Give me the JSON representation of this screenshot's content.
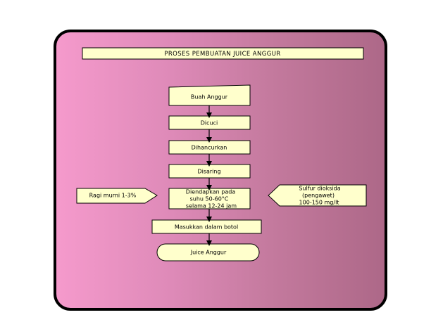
{
  "title": "PROSES PEMBUATAN JUICE ANGGUR",
  "colors": {
    "frame_gradient_start": "#f59acc",
    "frame_gradient_end": "#ad6888",
    "box_fill": "#ffffcc",
    "line": "#000000"
  },
  "steps": [
    {
      "id": "buah-anggur",
      "label": "Buah Anggur"
    },
    {
      "id": "dicuci",
      "label": "Dicuci"
    },
    {
      "id": "dihancurkan",
      "label": "Dihancurkan"
    },
    {
      "id": "disaring",
      "label": "Disaring"
    },
    {
      "id": "diendapkan",
      "lines": [
        "Diendapkan pada",
        "suhu 50-60°C",
        "selama 12-24 jam"
      ]
    },
    {
      "id": "masukkan-botol",
      "label": "Masukkan dalam botol"
    },
    {
      "id": "juice-anggur",
      "label": "Juice Anggur"
    }
  ],
  "inputs": {
    "left": {
      "label": "Ragi murni 1-3%"
    },
    "right": {
      "lines": [
        "Sulfur dioksida",
        "(pengawet)",
        "100-150 mg/lt"
      ]
    }
  }
}
